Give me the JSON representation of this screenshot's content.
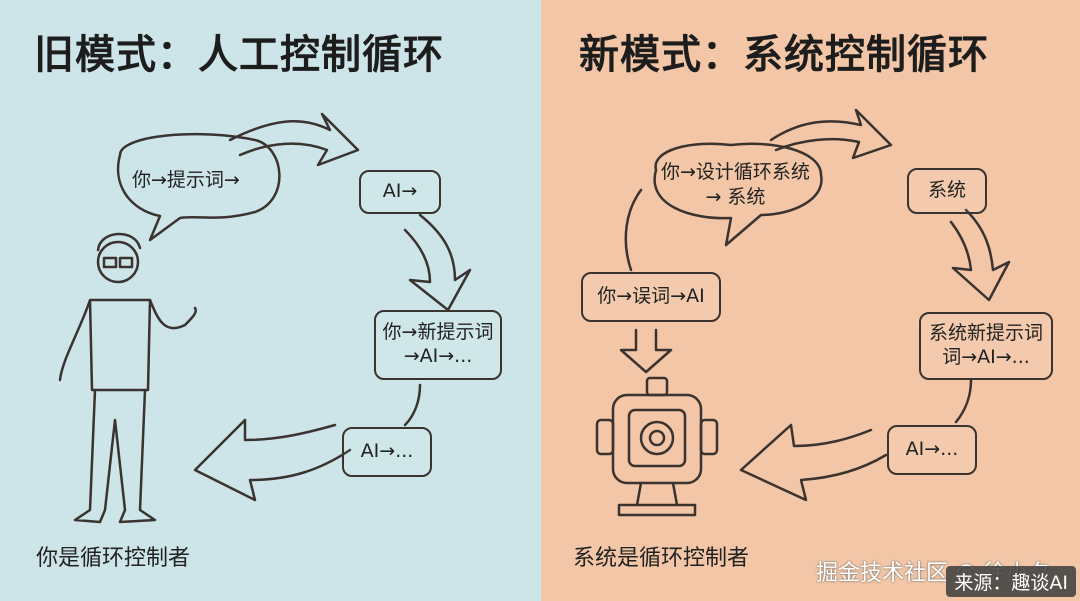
{
  "left": {
    "title": "旧模式：人工控制循环",
    "bubble": "你→提示词→",
    "box_ai": "AI→",
    "box_new_prompt_line1": "你→新提示词",
    "box_new_prompt_line2": "→AI→...",
    "box_ai_dots": "AI→...",
    "caption": "你是循环控制者"
  },
  "right": {
    "title": "新模式：系统控制循环",
    "bubble_line1": "你→设计循环系统",
    "bubble_line2": "→ 系统",
    "box_system": "系统",
    "box_you_ai": "你→误词→AI",
    "box_sys_prompt_line1": "系统新提示词",
    "box_sys_prompt_line2": "词→AI→...",
    "box_ai_dots": "AI→...",
    "caption": "系统是循环控制者"
  },
  "watermark": "掘金技术社区 @ 徐小夕",
  "source": "来源：趣谈AI"
}
